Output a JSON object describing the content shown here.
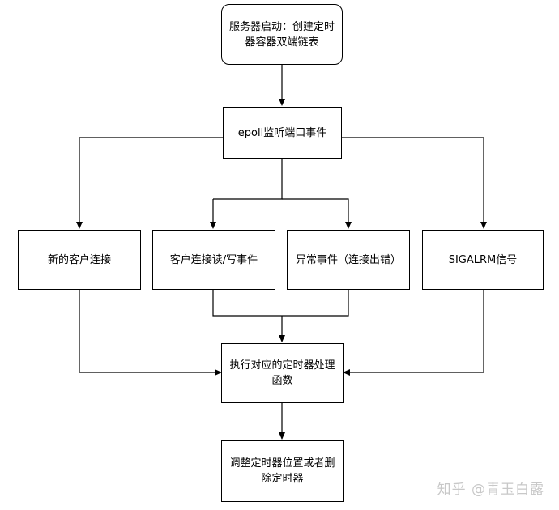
{
  "nodes": {
    "start": "服务器启动：创建定时器容器双端链表",
    "epoll": "epoll监听端口事件",
    "new_client": "新的客户连接",
    "client_rw": "客户连接读/写事件",
    "exception": "异常事件（连接出错）",
    "sigalrm": "SIGALRM信号",
    "execute": "执行对应的定时器处理函数",
    "adjust": "调整定时器位置或者删除定时器"
  },
  "watermark": "知乎 @青玉白露"
}
